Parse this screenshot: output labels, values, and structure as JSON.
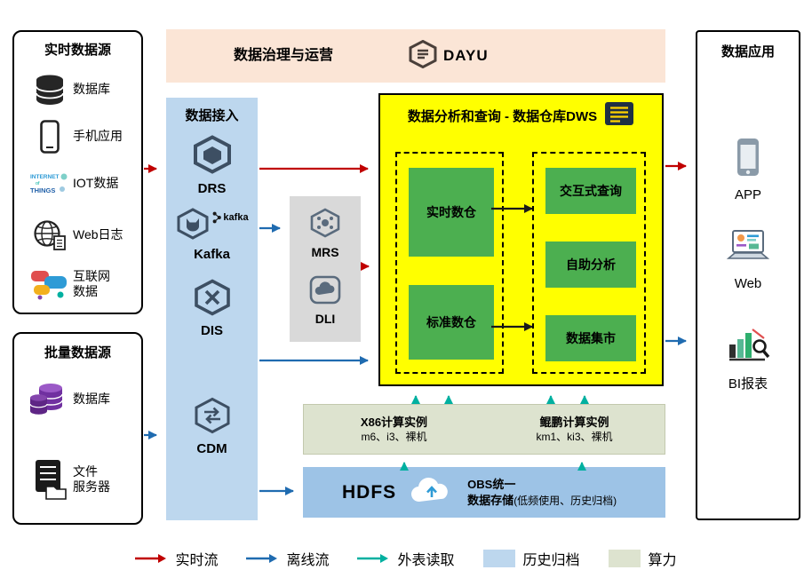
{
  "banner": {
    "title": "数据治理与运营",
    "logo_text": "DAYU"
  },
  "realtime_sources": {
    "title": "实时数据源",
    "items": [
      {
        "label": "数据库"
      },
      {
        "label": "手机应用"
      },
      {
        "label": "IOT数据"
      },
      {
        "label": "Web日志"
      },
      {
        "label": "互联网\n数据"
      }
    ],
    "iot_words": {
      "w1": "INTERNET",
      "w2": "of",
      "w3": "THINGS"
    }
  },
  "batch_sources": {
    "title": "批量数据源",
    "items": [
      {
        "label": "数据库"
      },
      {
        "label": "文件\n服务器"
      }
    ]
  },
  "ingestion": {
    "title": "数据接入",
    "kafka_logo": "kafka",
    "items": [
      {
        "label": "DRS"
      },
      {
        "label": "Kafka"
      },
      {
        "label": "DIS"
      },
      {
        "label": "CDM"
      }
    ]
  },
  "middleware": {
    "items": [
      {
        "label": "MRS"
      },
      {
        "label": "DLI"
      }
    ]
  },
  "dws": {
    "title": "数据分析和查询 - 数据仓库DWS",
    "left_modules": [
      {
        "label": "实时数仓"
      },
      {
        "label": "标准数仓"
      }
    ],
    "right_modules": [
      {
        "label": "交互式查询"
      },
      {
        "label": "自助分析"
      },
      {
        "label": "数据集市"
      }
    ]
  },
  "compute": {
    "x86": {
      "title": "X86计算实例",
      "subtitle": "m6、i3、裸机"
    },
    "kunpeng": {
      "title": "鲲鹏计算实例",
      "subtitle": "km1、ki3、裸机"
    }
  },
  "storage": {
    "hdfs": "HDFS",
    "obs_line1": "OBS统一",
    "obs_line2": "数据存储",
    "note": "(低频使用、历史归档)"
  },
  "applications": {
    "title": "数据应用",
    "items": [
      {
        "label": "APP"
      },
      {
        "label": "Web"
      },
      {
        "label": "BI报表"
      }
    ]
  },
  "legend": {
    "realtime": {
      "label": "实时流",
      "color": "#c00000"
    },
    "offline": {
      "label": "离线流",
      "color": "#1f6bb0"
    },
    "external": {
      "label": "外表读取",
      "color": "#00b0a0"
    },
    "archive": {
      "label": "历史归档",
      "color": "#bdd7ee"
    },
    "compute_power": {
      "label": "算力",
      "color": "#dde3cf"
    }
  },
  "colors": {
    "banner_bg": "#fbe5d6",
    "ingestion_bg": "#bdd7ee",
    "middleware_bg": "#d9d9d9",
    "dws_bg": "#ffff00",
    "module_green": "#4caf50",
    "compute_bg": "#dde3cf",
    "hdfs_bg": "#9dc3e6"
  }
}
